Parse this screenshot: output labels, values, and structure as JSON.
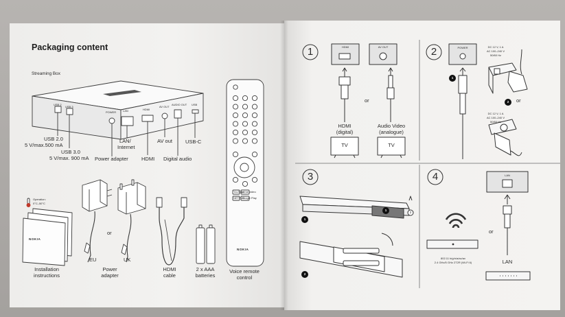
{
  "left_page": {
    "title": "Packaging content",
    "subtitle": "Streaming Box",
    "port_labels": {
      "usb2": "USB 2.0",
      "usb2_spec": "5 V/max.500 mA",
      "usb3": "USB 3.0",
      "usb3_spec": "5 V/max. 900 mA",
      "power": "Power adapter",
      "lan_line1": "LAN/",
      "lan_line2": "Internet",
      "hdmi": "HDMI",
      "av": "AV out",
      "digital_audio": "Digital audio",
      "usbc": "USB-C"
    },
    "box_port_tags": [
      "USB 2",
      "USB 3",
      "POWER",
      "LAN",
      "HDMI",
      "AV OUT",
      "AUDIO OUT",
      "USB"
    ],
    "operation_temp_line1": "Operation:",
    "operation_temp_line2": "0°C–50°C",
    "brand": "NOKIA",
    "plug_region_or": "or",
    "plug_eu": "EU",
    "plug_uk": "UK",
    "items": {
      "instructions_line1": "Installation",
      "instructions_line2": "instructions",
      "adapter_line1": "Power",
      "adapter_line2": "adapter",
      "hdmi_line1": "HDMI",
      "hdmi_line2": "cable",
      "batteries_line1": "2 x AAA",
      "batteries_line2": "batteries",
      "remote_line1": "Voice remote",
      "remote_line2": "control"
    },
    "remote_buttons": [
      "YouTube",
      "prime video",
      "NETFLIX",
      "Google Play"
    ]
  },
  "right_page": {
    "step_numbers": [
      "1",
      "2",
      "3",
      "4"
    ],
    "step1": {
      "port_hdmi": "HDMI",
      "port_av": "AV OUT",
      "or": "or",
      "hdmi_line1": "HDMI",
      "hdmi_line2": "(digital)",
      "av_line1": "Audio Video",
      "av_line2": "(analogue)",
      "tv_left": "TV",
      "tv_right": "TV"
    },
    "step2": {
      "port_power": "POWER",
      "spec_top_line1": "DC 12 V, 1 A",
      "spec_top_line2": "AC 100–240 V",
      "spec_top_line3": "50/60 Hz",
      "spec_bottom_line1": "DC 12 V, 1 A",
      "spec_bottom_line2": "AC 100–240 V",
      "spec_bottom_line3": "50/60 Hz",
      "marker_1": "1",
      "marker_2": "2",
      "or": "or"
    },
    "step3": {
      "marker_1": "1",
      "marker_2": "2"
    },
    "step4": {
      "port_lan": "LAN",
      "wifi_spec_line1": "802.11 b/g/n/a/ac/ax",
      "wifi_spec_line2": "2.4 GHz/5 GHz 2T2R (Wi-Fi 6)",
      "or": "or",
      "lan": "LAN"
    }
  }
}
